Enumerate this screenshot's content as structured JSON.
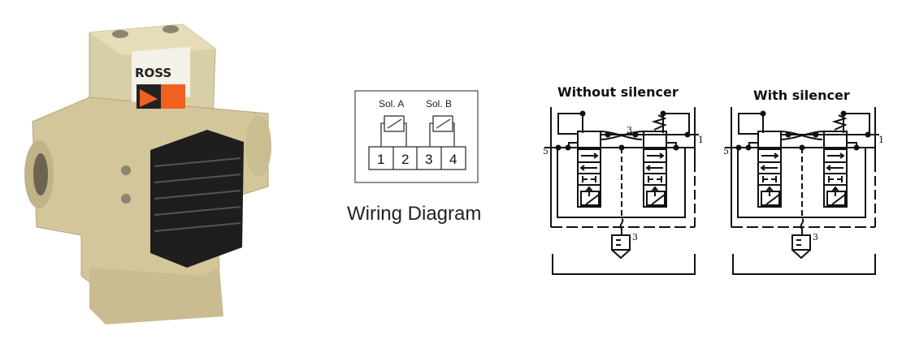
{
  "product_photo": {
    "logo_text": "ROSS",
    "body_color": "#d8cca0",
    "coil_color": "#1e1e1e",
    "logo_accent": "#f06020"
  },
  "wiring": {
    "title": "Wiring Diagram",
    "sol_a": "Sol. A",
    "sol_b": "Sol. B",
    "terminals": [
      "1",
      "2",
      "3",
      "4"
    ]
  },
  "schematics": [
    {
      "title": "Without silencer",
      "port_supply": "1",
      "port_cylinder": "5",
      "port_cross": "3",
      "port_exhaust": "3"
    },
    {
      "title": "With silencer",
      "port_supply": "1",
      "port_cylinder": "5",
      "port_exhaust": "3"
    }
  ]
}
